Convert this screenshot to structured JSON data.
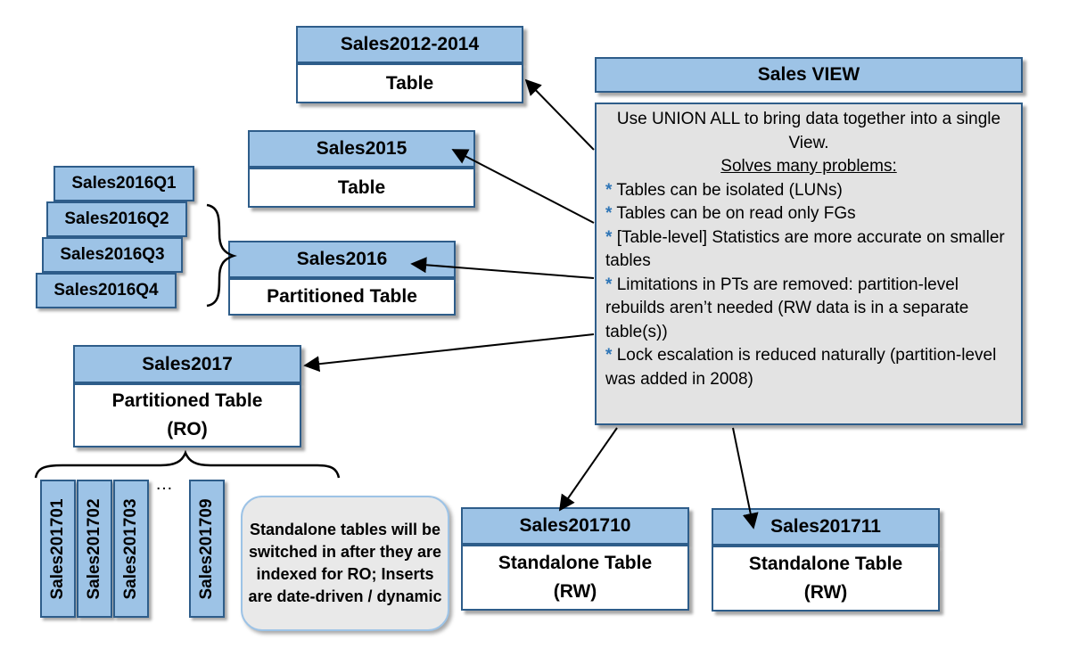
{
  "sales2012": {
    "name": "Sales2012-2014",
    "type": "Table"
  },
  "sales2015": {
    "name": "Sales2015",
    "type": "Table"
  },
  "sales2016": {
    "name": "Sales2016",
    "type": "Partitioned Table"
  },
  "quarters": [
    "Sales2016Q1",
    "Sales2016Q2",
    "Sales2016Q3",
    "Sales2016Q4"
  ],
  "sales2017": {
    "name": "Sales2017",
    "type_line1": "Partitioned Table",
    "type_line2": "(RO)"
  },
  "months": [
    "Sales201701",
    "Sales201702",
    "Sales201703",
    "Sales201709"
  ],
  "ellipsis": "…",
  "note": "Standalone tables will be switched in after they are indexed for RO; Inserts are date-driven / dynamic",
  "view": {
    "title": "Sales VIEW",
    "intro": "Use UNION ALL to bring data together into a single View.",
    "subtitle": "Solves many problems:",
    "bullet_mark": "*",
    "bullets": [
      "Tables can be isolated (LUNs)",
      "Tables can be on read only FGs",
      "[Table-level] Statistics are more accurate on smaller tables",
      "Limitations in PTs are removed: partition-level rebuilds aren’t needed (RW data is in a separate table(s))",
      "Lock escalation is reduced naturally (partition-level was added in 2008)"
    ]
  },
  "sales201710": {
    "name": "Sales201710",
    "type_line1": "Standalone Table",
    "type_line2": "(RW)"
  },
  "sales201711": {
    "name": "Sales201711",
    "type_line1": "Standalone Table",
    "type_line2": "(RW)"
  }
}
